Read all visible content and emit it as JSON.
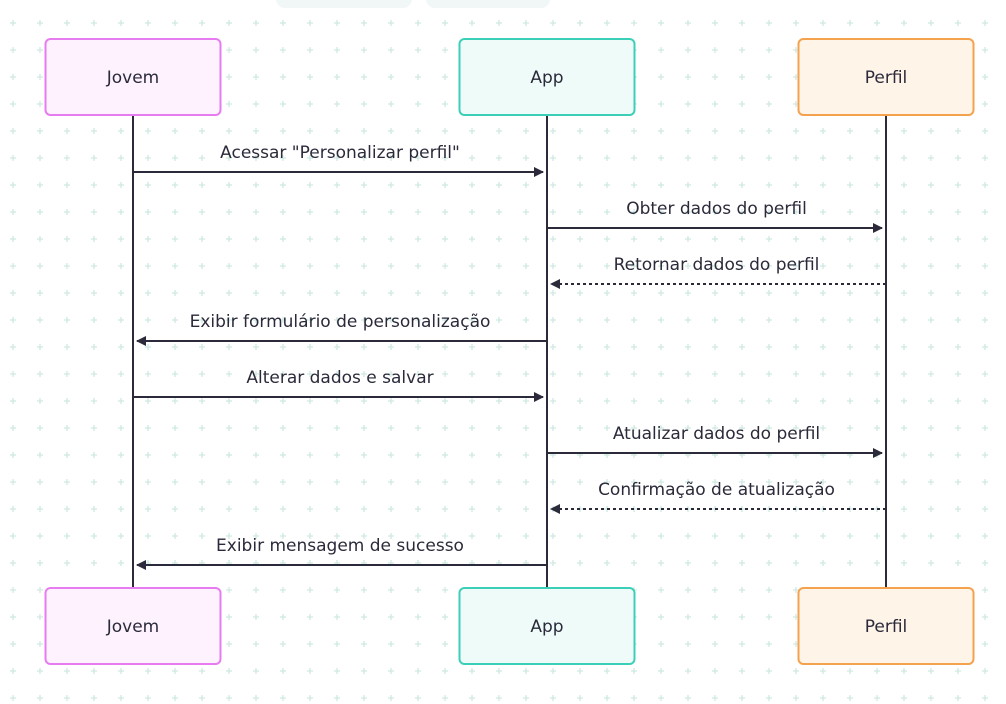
{
  "colors": {
    "grid_plus": "#cfe9e2",
    "line": "#2a2a3a",
    "text": "#2a2a3a"
  },
  "actors": [
    {
      "id": "jovem",
      "label": "Jovem",
      "border": "#e77bf0",
      "fill": "#fdf2fe"
    },
    {
      "id": "app",
      "label": "App",
      "border": "#3ccfb7",
      "fill": "#effbf9"
    },
    {
      "id": "perfil",
      "label": "Perfil",
      "border": "#f5a24e",
      "fill": "#fef4e8"
    }
  ],
  "messages": [
    {
      "from": "jovem",
      "to": "app",
      "label": "Acessar \"Personalizar perfil\"",
      "style": "solid"
    },
    {
      "from": "app",
      "to": "perfil",
      "label": "Obter dados do perfil",
      "style": "solid"
    },
    {
      "from": "perfil",
      "to": "app",
      "label": "Retornar dados do perfil",
      "style": "dotted"
    },
    {
      "from": "app",
      "to": "jovem",
      "label": "Exibir formulário de personalização",
      "style": "solid"
    },
    {
      "from": "jovem",
      "to": "app",
      "label": "Alterar dados e salvar",
      "style": "solid"
    },
    {
      "from": "app",
      "to": "perfil",
      "label": "Atualizar dados do perfil",
      "style": "solid"
    },
    {
      "from": "perfil",
      "to": "app",
      "label": "Confirmação de atualização",
      "style": "dotted"
    },
    {
      "from": "app",
      "to": "jovem",
      "label": "Exibir mensagem de sucesso",
      "style": "solid"
    }
  ]
}
